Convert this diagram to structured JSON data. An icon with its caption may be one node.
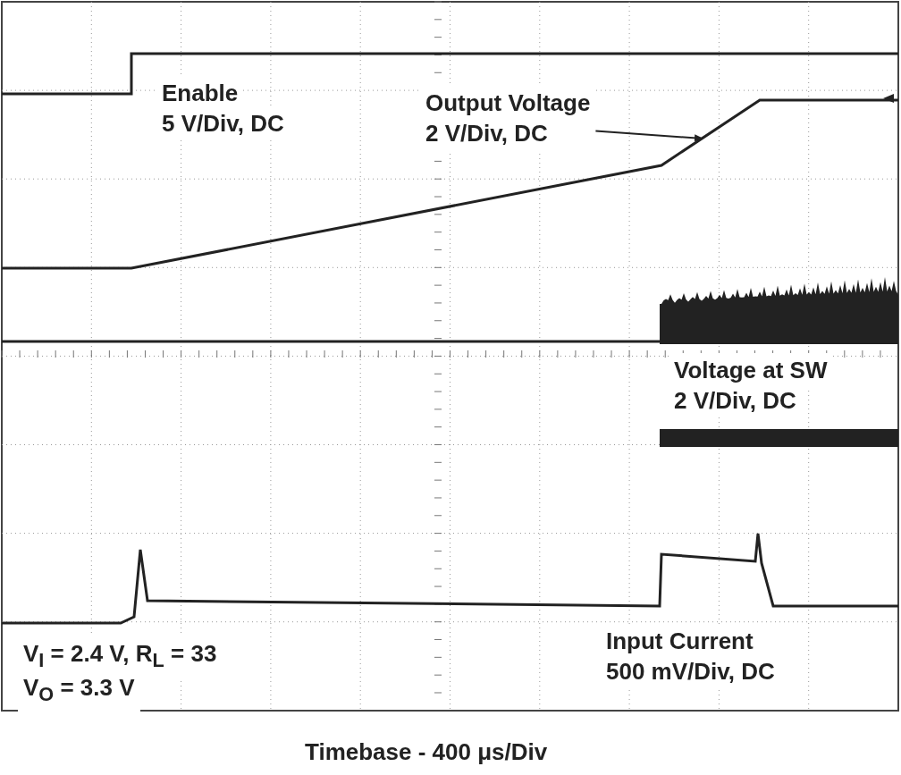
{
  "diagram": {
    "nodes": [
      {
        "text": [
          "Output Voltage",
          "2 V/Div, DC"
        ]
      },
      {
        "text": [],
        "shape": "line"
      }
    ],
    "edges": [
      {
        "from": 0,
        "to": 1,
        "arrow": "to"
      }
    ],
    "labels": [
      "Enable",
      "5 V/Div, DC",
      "Voltage at SW",
      "2 V/Div, DC",
      "Input Current",
      "500 mV/Div, DC",
      "V$_{I}$ = 2.4 V, R$_{L}$ = 33",
      "V$_{O}$ = 3.3 V",
      "Timebase - 400 μs/Div"
    ]
  }
}
